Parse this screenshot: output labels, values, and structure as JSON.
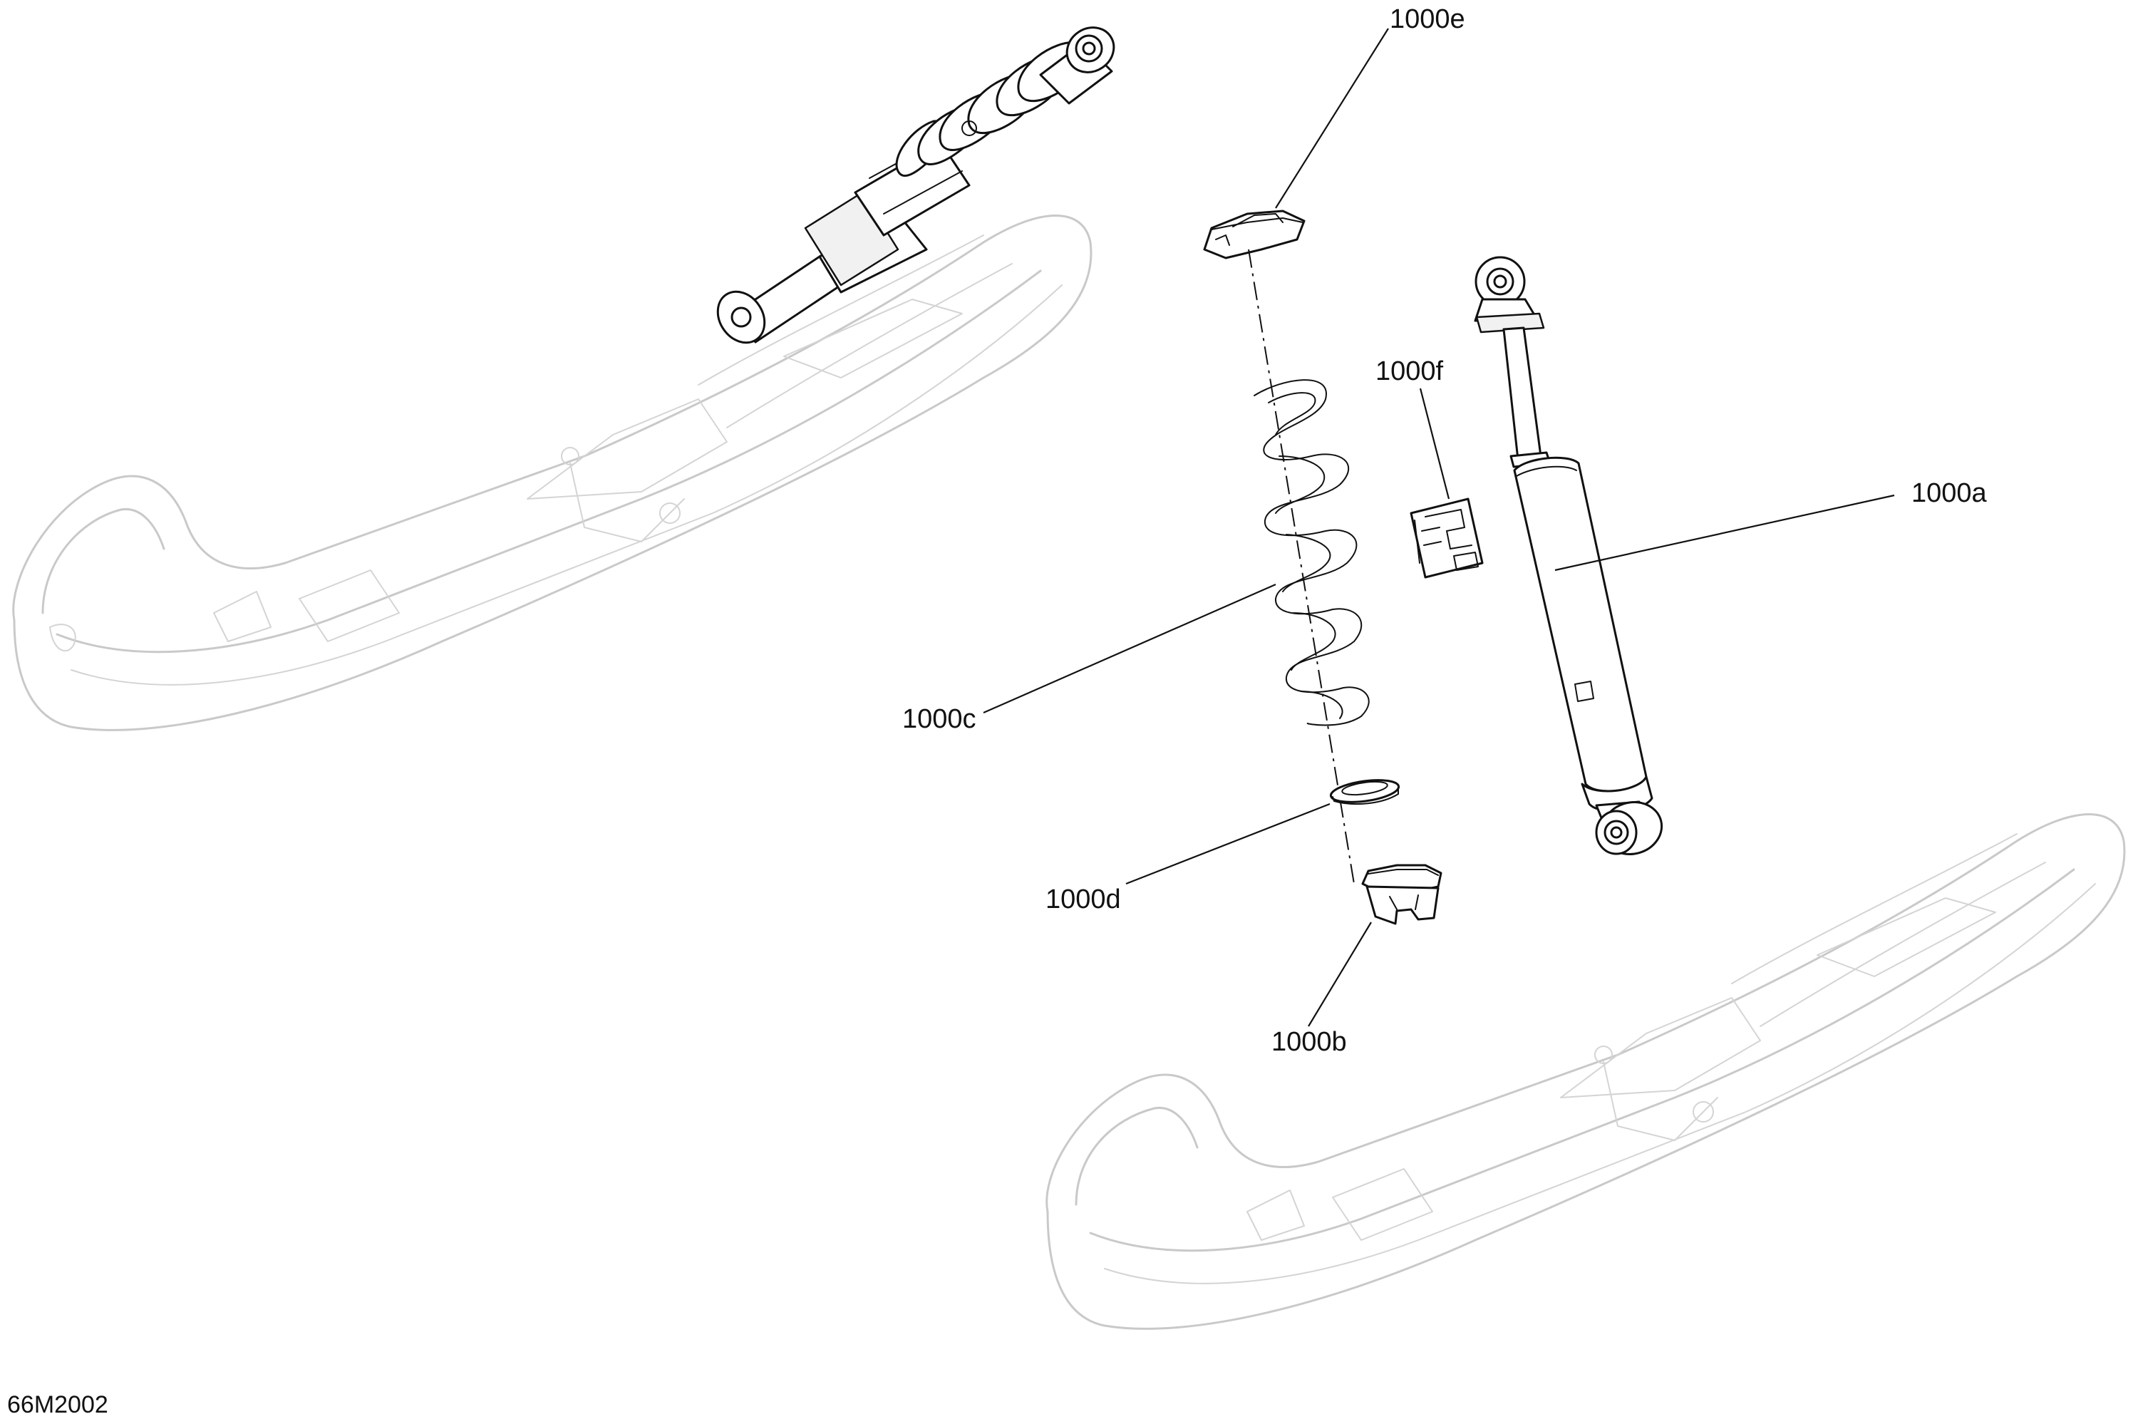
{
  "figure": {
    "reference": "66M2002"
  },
  "callouts": {
    "a": "1000a",
    "b": "1000b",
    "c": "1000c",
    "d": "1000d",
    "e": "1000e",
    "f": "1000f"
  }
}
